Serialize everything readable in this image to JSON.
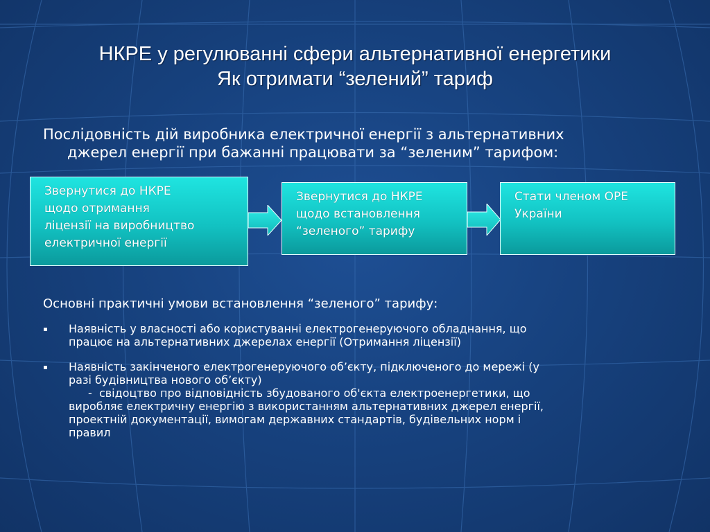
{
  "title": {
    "line1": "НКРЕ у регулюванні сфери альтернативної енергетики",
    "line2": "Як отримати “зелений” тариф"
  },
  "intro": {
    "line1": "Послідовність дій виробника електричної енергії з альтернативних",
    "line2": "джерел енергії при бажанні працювати за “зеленим” тарифом:"
  },
  "steps": [
    {
      "lines": [
        "Звернутися до НКРЕ",
        "щодо отримання",
        "ліцензії на виробництво",
        "електричної енергії"
      ]
    },
    {
      "lines": [
        "Звернутися до НКРЕ",
        "щодо встановлення",
        "“зеленого” тарифу"
      ]
    },
    {
      "lines": [
        "Стати членом ОРЕ",
        "України"
      ]
    }
  ],
  "conditions": {
    "heading": "Основні практичні умови встановлення “зеленого” тарифу:",
    "items": [
      {
        "line1": "Наявність у власності або користуванні електрогенеруючого обладнання, що",
        "line2": "працює на альтернативних джерелах енергії (Отримання ліцензії)"
      },
      {
        "line1": "Наявність закінченого електрогенеруючого об’єкту, підключеного до мережі (у",
        "line2": "разі будівництва нового об’єкту)",
        "sub": {
          "dash": "-",
          "line1": "свідоцтво про відповідність збудованого об'єкта електроенергетики, що",
          "line2": "виробляє електричну енергію з використанням альтернативних джерел енергії,",
          "line3": "проектній документації, вимогам державних стандартів, будівельних норм і",
          "line4": "правил"
        }
      }
    ]
  },
  "colors": {
    "background": "#17427f",
    "box_fill": "#12c2c2",
    "arrow_fill": "#1fe0dc",
    "text": "#ffffff"
  }
}
